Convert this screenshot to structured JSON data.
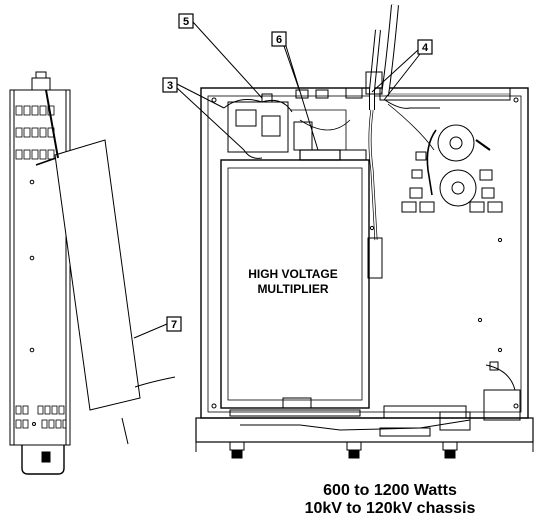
{
  "diagram": {
    "labels": {
      "module": [
        "HIGH VOLTAGE",
        "MULTIPLIER"
      ]
    },
    "callouts": [
      "5",
      "6",
      "4",
      "3",
      "7"
    ]
  },
  "caption": {
    "line1": "600 to 1200 Watts",
    "line2": "10kV to 120kV chassis"
  }
}
